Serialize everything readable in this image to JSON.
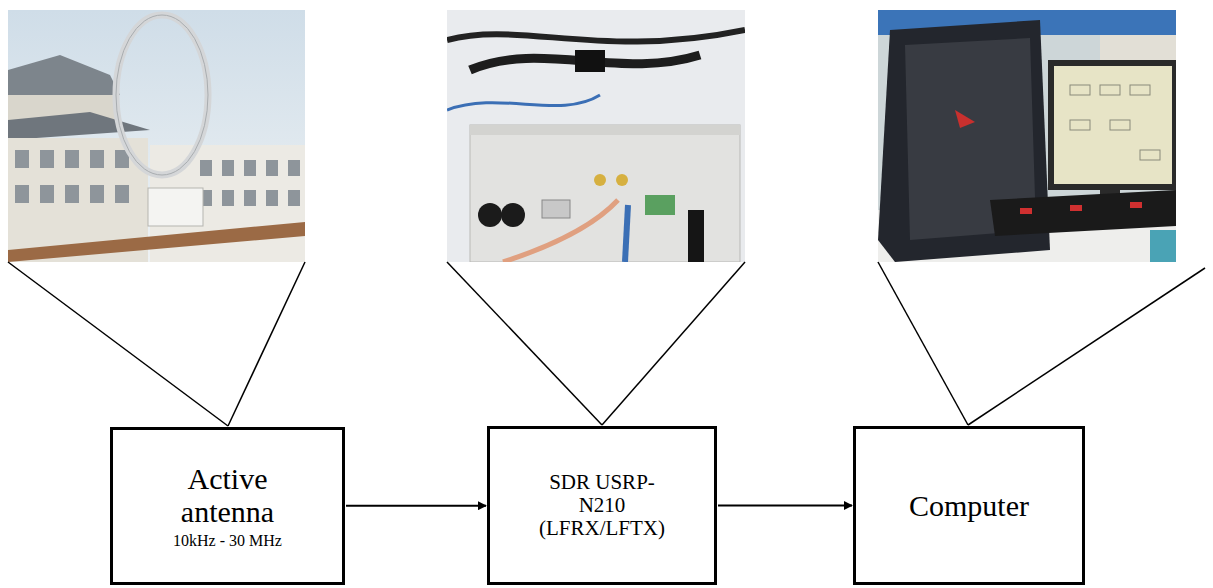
{
  "diagram": {
    "nodes": [
      {
        "text": [
          "Active antenna",
          "10kHz - 30 MHz"
        ]
      },
      {
        "text": [
          "SDR USRP-N210 (LFRX/LFTX)"
        ]
      },
      {
        "text": [
          "Computer"
        ]
      }
    ],
    "edges": [
      {
        "from": 0,
        "to": 1,
        "arrow": "to"
      },
      {
        "from": 1,
        "to": 2,
        "arrow": "to"
      }
    ]
  }
}
